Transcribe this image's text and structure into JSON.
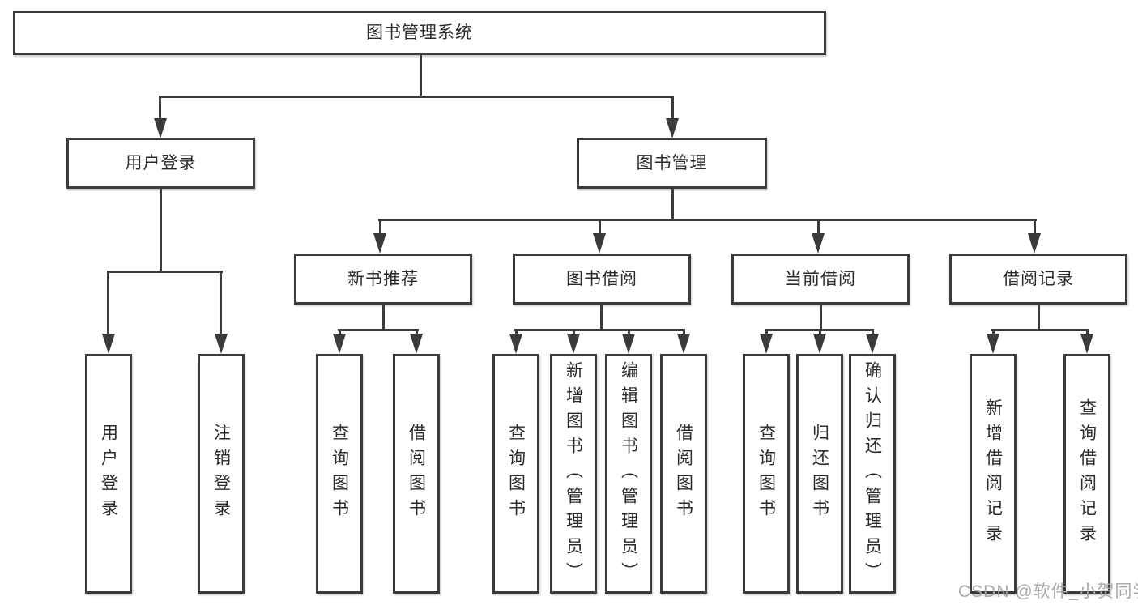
{
  "nodes": {
    "root": "图书管理系统",
    "l2": [
      "用户登录",
      "图书管理"
    ],
    "l3": [
      "新书推荐",
      "图书借阅",
      "当前借阅",
      "借阅记录"
    ],
    "l4": [
      "用户登录",
      "注销登录",
      "查询图书",
      "借阅图书",
      "查询图书",
      "新增图书（管理员）",
      "编辑图书（管理员）",
      "借阅图书",
      "查询图书",
      "归还图书",
      "确认归还（管理员）",
      "新增借阅记录",
      "查询借阅记录"
    ]
  },
  "watermark": "CSDN @软件_小贺同学",
  "colors": {
    "background": "#ffffff",
    "box_bg": "#ffffff",
    "box_border": "#3b3b3b",
    "line": "#3b3b3b",
    "text": "#2b2b2b",
    "watermark": "#a9a9a9"
  }
}
